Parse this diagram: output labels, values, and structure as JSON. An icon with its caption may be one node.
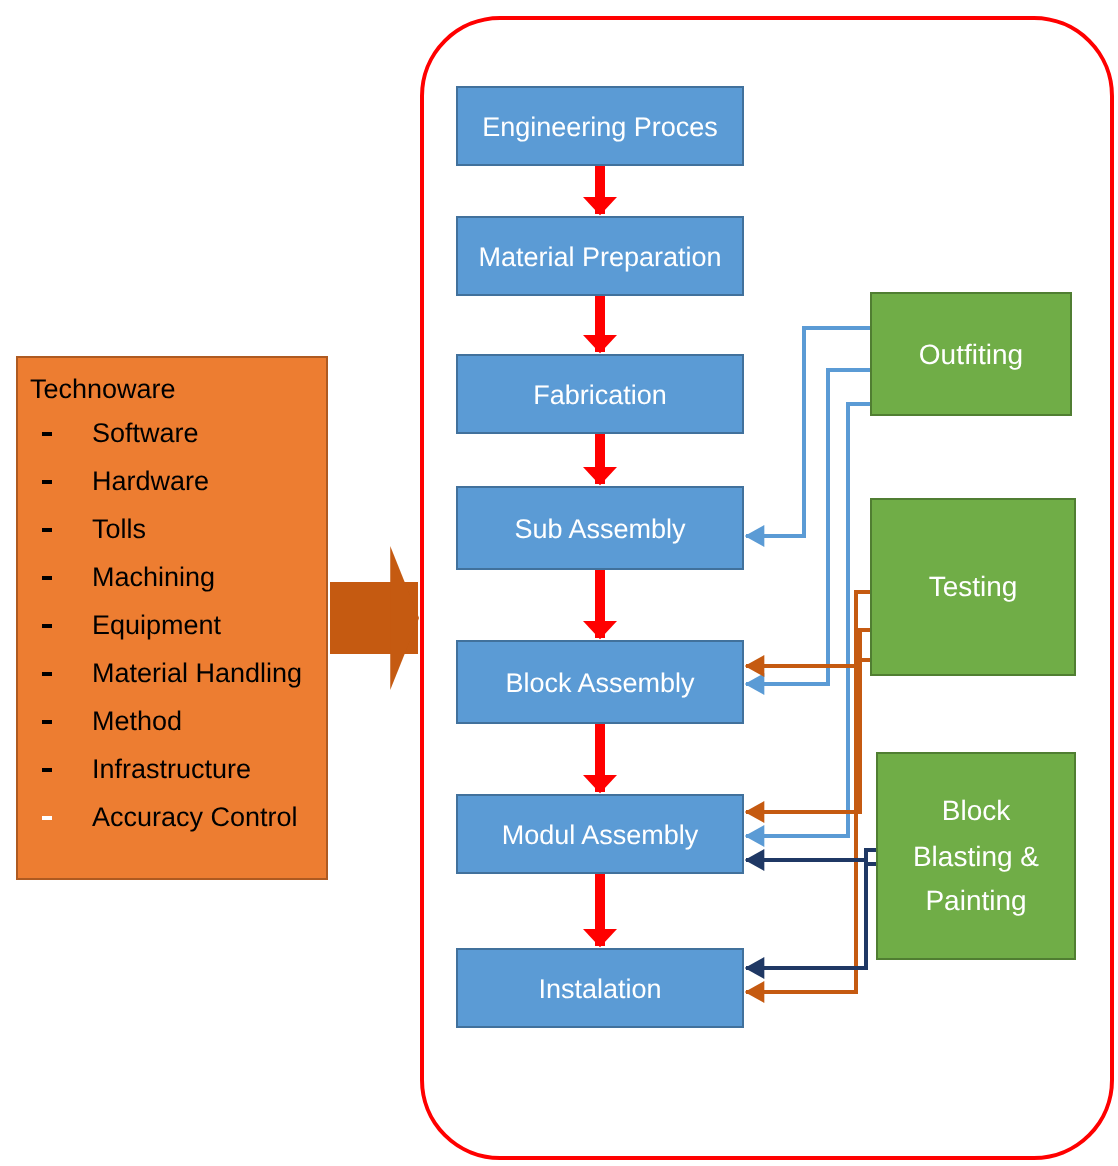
{
  "diagram": {
    "nodes": [
      {
        "text": [
          "Technoware",
          "Software",
          "Hardware",
          "Tolls",
          "Machining",
          "Equipment",
          "Material Handling",
          "Method",
          "Infrastructure",
          "Accuracy Control"
        ]
      },
      {
        "text": [],
        "shape": "box"
      },
      {
        "text": [
          "Engineering Proces"
        ],
        "in": 1
      },
      {
        "text": [
          "Material Preparation"
        ],
        "in": 1
      },
      {
        "text": [
          "Fabrication"
        ],
        "in": 1
      },
      {
        "text": [
          "Sub Assembly"
        ],
        "in": 1
      },
      {
        "text": [
          "Block Assembly"
        ],
        "in": 1
      },
      {
        "text": [
          "Modul Assembly"
        ],
        "in": 1
      },
      {
        "text": [
          "Instalation"
        ],
        "in": 1
      },
      {
        "text": [
          "Outfiting"
        ],
        "in": 1
      },
      {
        "text": [
          "Testing"
        ],
        "in": 1
      },
      {
        "text": [
          "Block Blasting & Painting"
        ],
        "in": 1
      }
    ],
    "edges": [
      {
        "from": 0,
        "to": 1,
        "arrow": "to",
        "style": "thick",
        "color": "#c55a11"
      },
      {
        "from": 2,
        "to": 3,
        "arrow": "to",
        "style": "thick",
        "color": "#ff0000"
      },
      {
        "from": 3,
        "to": 4,
        "arrow": "to",
        "style": "thick",
        "color": "#ff0000"
      },
      {
        "from": 4,
        "to": 5,
        "arrow": "to",
        "style": "thick",
        "color": "#ff0000"
      },
      {
        "from": 5,
        "to": 6,
        "arrow": "to",
        "style": "thick",
        "color": "#ff0000"
      },
      {
        "from": 6,
        "to": 7,
        "arrow": "to",
        "style": "thick",
        "color": "#ff0000"
      },
      {
        "from": 7,
        "to": 8,
        "arrow": "to",
        "style": "thick",
        "color": "#ff0000"
      },
      {
        "from": 9,
        "to": 5,
        "arrow": "to",
        "color": "#5b9bd5"
      },
      {
        "from": 9,
        "to": 6,
        "arrow": "to",
        "color": "#5b9bd5"
      },
      {
        "from": 9,
        "to": 7,
        "arrow": "to",
        "color": "#5b9bd5"
      },
      {
        "from": 10,
        "to": 6,
        "arrow": "to",
        "color": "#c55a11"
      },
      {
        "from": 10,
        "to": 7,
        "arrow": "to",
        "color": "#c55a11"
      },
      {
        "from": 10,
        "to": 8,
        "arrow": "to",
        "color": "#c55a11"
      },
      {
        "from": 11,
        "to": 7,
        "arrow": "to",
        "color": "#1f3864"
      },
      {
        "from": 11,
        "to": 8,
        "arrow": "to",
        "color": "#1f3864"
      }
    ]
  }
}
